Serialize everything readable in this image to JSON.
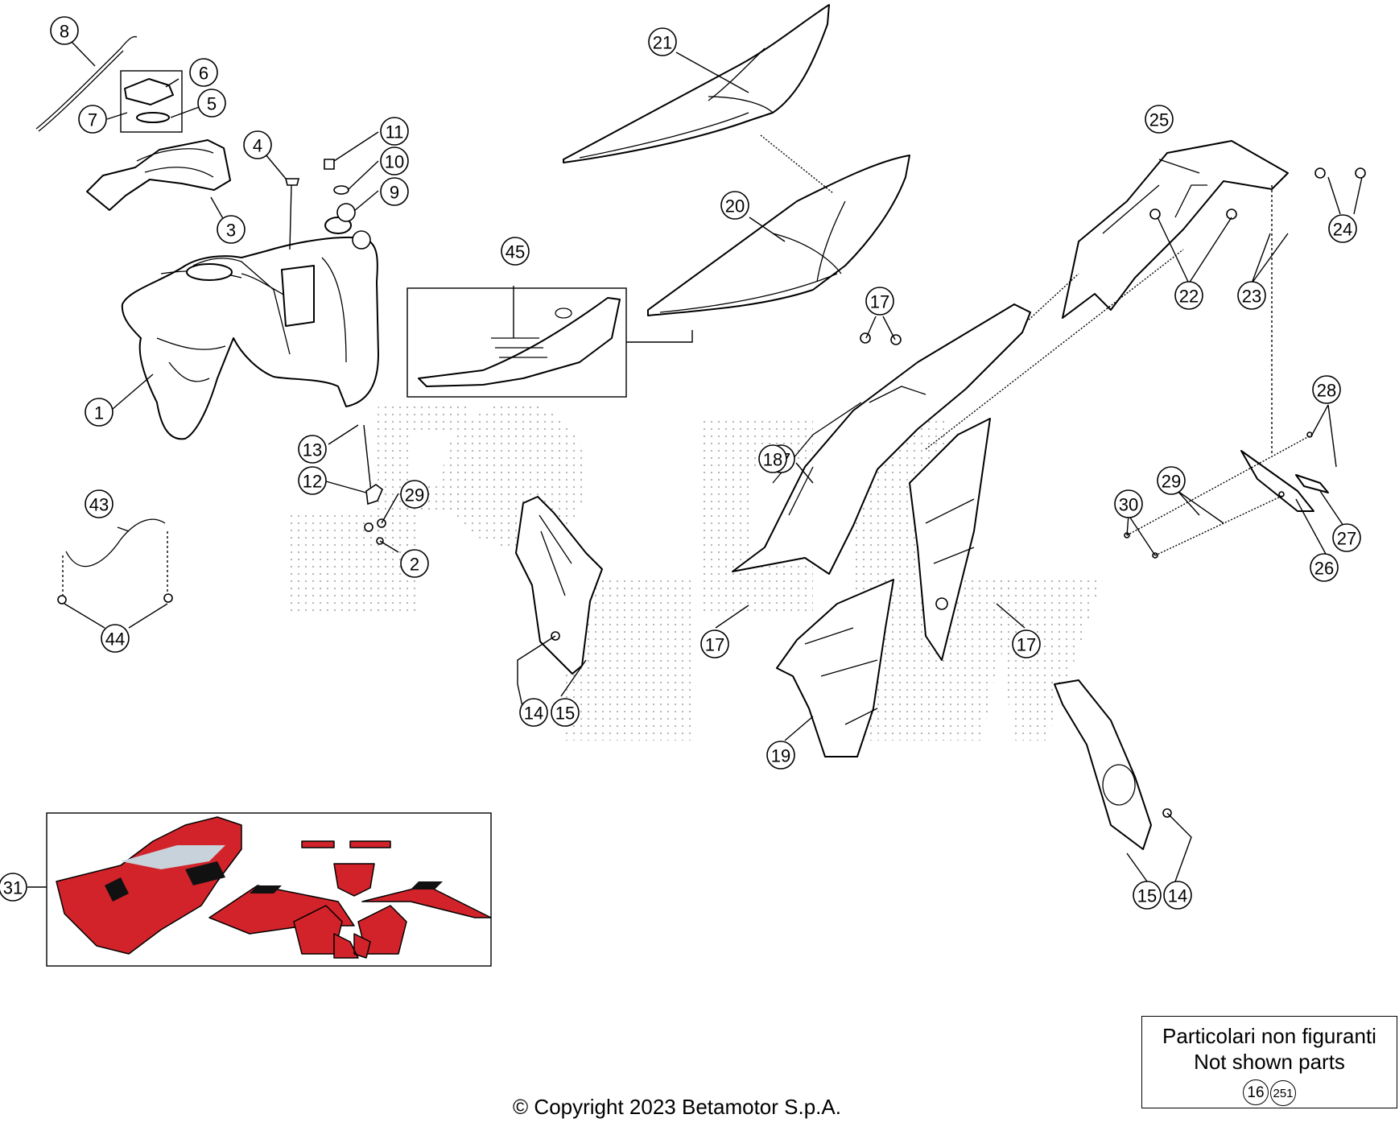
{
  "callouts": [
    {
      "label": "1"
    },
    {
      "label": "2"
    },
    {
      "label": "3"
    },
    {
      "label": "4"
    },
    {
      "label": "5"
    },
    {
      "label": "6"
    },
    {
      "label": "7"
    },
    {
      "label": "8"
    },
    {
      "label": "9"
    },
    {
      "label": "10"
    },
    {
      "label": "11"
    },
    {
      "label": "12"
    },
    {
      "label": "13"
    },
    {
      "label": "14"
    },
    {
      "label": "15"
    },
    {
      "label": "17"
    },
    {
      "label": "17"
    },
    {
      "label": "17"
    },
    {
      "label": "17"
    },
    {
      "label": "18"
    },
    {
      "label": "19"
    },
    {
      "label": "20"
    },
    {
      "label": "21"
    },
    {
      "label": "22"
    },
    {
      "label": "23"
    },
    {
      "label": "24"
    },
    {
      "label": "25"
    },
    {
      "label": "26"
    },
    {
      "label": "27"
    },
    {
      "label": "28"
    },
    {
      "label": "29"
    },
    {
      "label": "29"
    },
    {
      "label": "30"
    },
    {
      "label": "31"
    },
    {
      "label": "43"
    },
    {
      "label": "44"
    },
    {
      "label": "45"
    },
    {
      "label": "14"
    },
    {
      "label": "15"
    }
  ],
  "note": {
    "line1": "Particolari non figuranti",
    "line2": "Not shown parts",
    "refs": [
      "16",
      "251"
    ]
  },
  "copyright": "© Copyright 2023 Betamotor S.p.A.",
  "colors": {
    "decal_red": "#d2232a",
    "decal_grey": "#c8d2da",
    "ink": "#000000"
  }
}
